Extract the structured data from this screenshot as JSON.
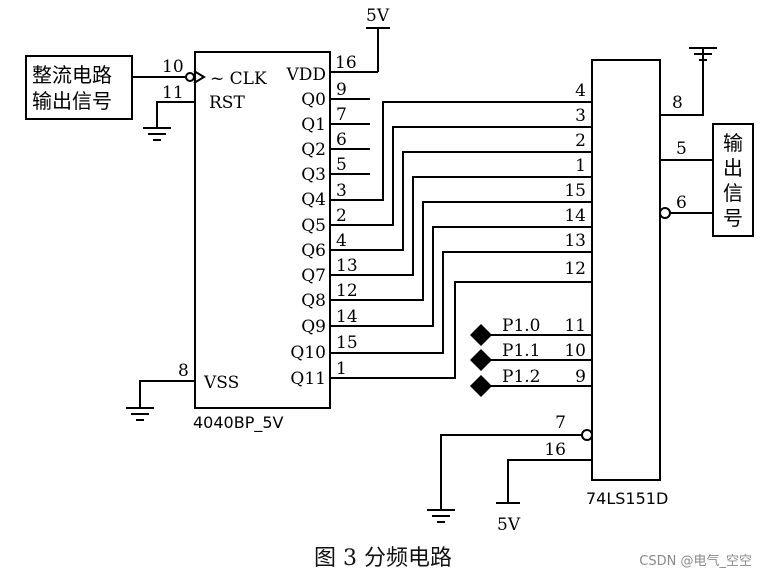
{
  "top_supply": "5V",
  "bottom_supply": "5V",
  "source_box": {
    "line1": "整流电路",
    "line2": "输出信号"
  },
  "output_box": {
    "chars": [
      "输",
      "出",
      "信",
      "号"
    ]
  },
  "ic4040": {
    "part_label": "4040BP_5V",
    "pin_clk": {
      "num": "10",
      "name": "~ CLK"
    },
    "pin_rst": {
      "num": "11",
      "name": "RST"
    },
    "pin_vss": {
      "num": "8",
      "name": "VSS"
    },
    "pin_vdd": {
      "num": "16",
      "name": "VDD"
    },
    "outputs": [
      {
        "name": "Q0",
        "num": "9"
      },
      {
        "name": "Q1",
        "num": "7"
      },
      {
        "name": "Q2",
        "num": "6"
      },
      {
        "name": "Q3",
        "num": "5"
      },
      {
        "name": "Q4",
        "num": "3"
      },
      {
        "name": "Q5",
        "num": "2"
      },
      {
        "name": "Q6",
        "num": "4"
      },
      {
        "name": "Q7",
        "num": "13"
      },
      {
        "name": "Q8",
        "num": "12"
      },
      {
        "name": "Q9",
        "num": "14"
      },
      {
        "name": "Q10",
        "num": "15"
      },
      {
        "name": "Q11",
        "num": "1"
      }
    ]
  },
  "ic151": {
    "part_label": "74LS151D",
    "data_pins": [
      "4",
      "3",
      "2",
      "1",
      "15",
      "14",
      "13",
      "12"
    ],
    "select_pins": [
      {
        "label": "P1.0",
        "num": "11"
      },
      {
        "label": "P1.1",
        "num": "10"
      },
      {
        "label": "P1.2",
        "num": "9"
      }
    ],
    "pin_strobe": "7",
    "pin_vcc": "16",
    "pin_gnd": "8",
    "pin_y": "5",
    "pin_w": "6"
  },
  "caption": "图 3    分频电路",
  "watermark": "CSDN @电气_空空"
}
